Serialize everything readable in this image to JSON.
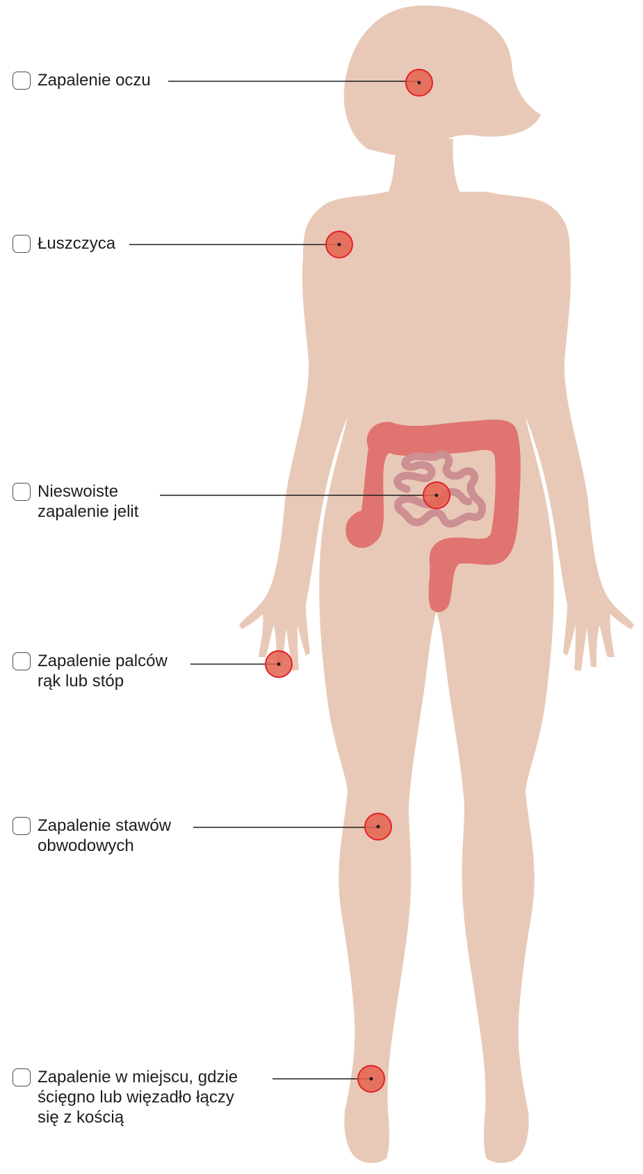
{
  "colors": {
    "body": "#e8c9b7",
    "marker_fill": "#e4634f",
    "marker_stroke": "#e41f27",
    "colon": "#e07470",
    "small_intestine": "#cc8f92",
    "leader_line": "#1e1e1e",
    "text": "#1e1e1e"
  },
  "conditions": [
    {
      "id": "eye",
      "label": "Zapalenie oczu",
      "checked": false,
      "icon": "checkbox-icon"
    },
    {
      "id": "psoriasis",
      "label": "Łuszczyca",
      "checked": false,
      "icon": "checkbox-icon"
    },
    {
      "id": "ibd",
      "label": "Nieswoiste\nzapalenie jelit",
      "checked": false,
      "icon": "checkbox-icon"
    },
    {
      "id": "dactylitis",
      "label": "Zapalenie palców\nrąk lub stóp",
      "checked": false,
      "icon": "checkbox-icon"
    },
    {
      "id": "peripheral",
      "label": "Zapalenie stawów\nobwodowych",
      "checked": false,
      "icon": "checkbox-icon"
    },
    {
      "id": "enthesitis",
      "label": "Zapalenie w miejscu, gdzie\nścięgno lub więzadło łączy\nsię z kością",
      "checked": false,
      "icon": "checkbox-icon"
    }
  ]
}
